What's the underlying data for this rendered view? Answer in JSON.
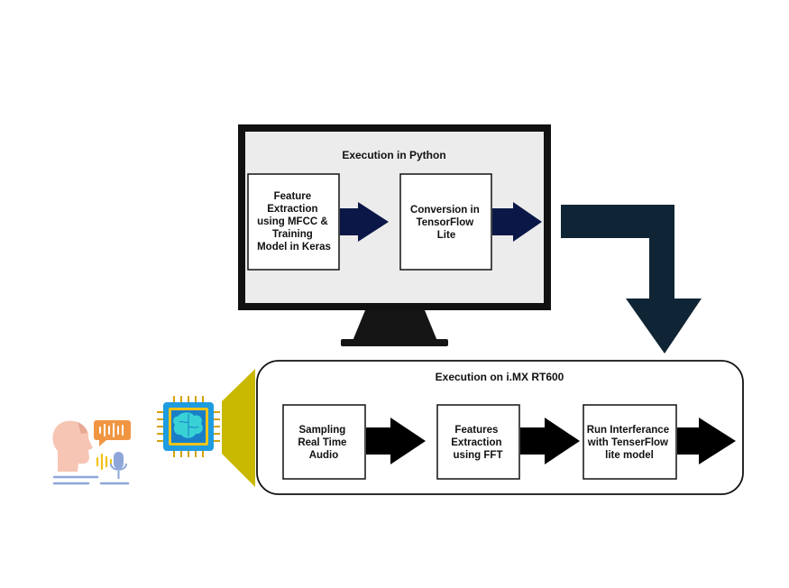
{
  "python_section": {
    "title": "Execution in Python",
    "box1_lines": [
      "Feature",
      "Extraction",
      "using MFCC &",
      "Training",
      "Model in Keras"
    ],
    "box2_lines": [
      "Conversion in",
      "TensorFlow",
      "Lite"
    ]
  },
  "mcu_section": {
    "title": "Execution on i.MX RT600",
    "box1_lines": [
      "Sampling",
      "Real Time",
      "Audio"
    ],
    "box2_lines": [
      "Features",
      "Extraction",
      "using FFT"
    ],
    "box3_lines": [
      "Run Interferance",
      "with TenserFlow",
      "lite model"
    ]
  },
  "icons": {
    "speaker": "person-speaking-icon",
    "microphone": "microphone-icon",
    "chip": "ai-chip-icon",
    "monitor": "computer-monitor-icon"
  },
  "colors": {
    "arrow_navy": "#0b1847",
    "arrow_dark_teal": "#0f2535",
    "arrow_black": "#000000",
    "projection": "#c9b800",
    "screen_bg": "#ececec"
  }
}
